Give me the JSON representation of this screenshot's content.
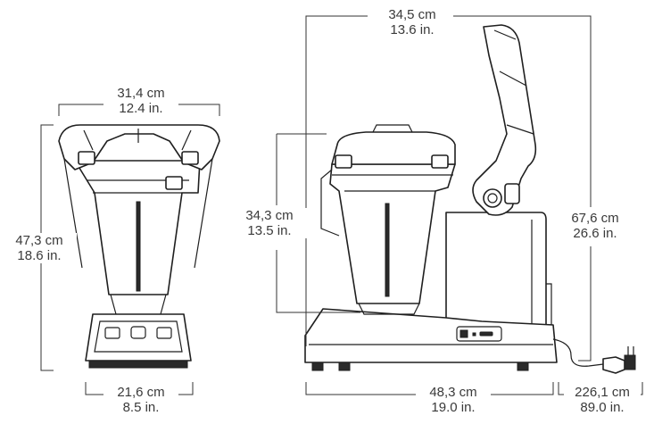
{
  "dimensions": {
    "front_width": {
      "metric": "31,4 cm",
      "imperial": "12.4 in."
    },
    "front_height": {
      "metric": "47,3 cm",
      "imperial": "18.6 in."
    },
    "front_base": {
      "metric": "21,6 cm",
      "imperial": "8.5 in."
    },
    "side_lid_open_width": {
      "metric": "34,5 cm",
      "imperial": "13.6 in."
    },
    "side_container_height": {
      "metric": "34,3 cm",
      "imperial": "13.5 in."
    },
    "side_lid_open_height": {
      "metric": "67,6 cm",
      "imperial": "26.6 in."
    },
    "side_depth": {
      "metric": "48,3 cm",
      "imperial": "19.0 in."
    },
    "cord_length": {
      "metric": "226,1 cm",
      "imperial": "89.0 in."
    }
  }
}
